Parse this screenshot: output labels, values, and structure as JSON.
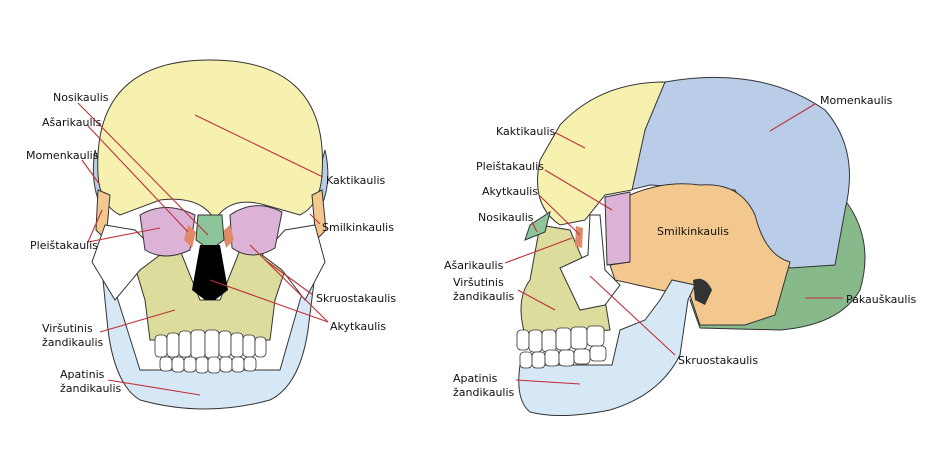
{
  "colors": {
    "frontal": "#f7f1b0",
    "parietal": "#b9cce8",
    "temporal": "#f3c88f",
    "occipital": "#88b98a",
    "sphenoid": "#dcb2d6",
    "maxilla": "#dcdc9c",
    "mandible": "#d6e7f6",
    "nasal": "#8cc59a",
    "lacrimal": "#e08a6a",
    "leader": "#c0303a"
  },
  "front_view": {
    "labels": {
      "nasal": "Nosikaulis",
      "lacrimal": "Ašarikaulis",
      "parietal": "Momenkaulis",
      "sphenoid": "Pleištakaulis",
      "maxilla_line1": "Viršutinis",
      "maxilla_line2": "žandikaulis",
      "mandible_line1": "Apatinis",
      "mandible_line2": "žandikaulis",
      "frontal": "Kaktikaulis",
      "temporal": "Smilkinkaulis",
      "zygomatic": "Skruostakaulis",
      "ethmoid": "Akytkaulis"
    }
  },
  "side_view": {
    "labels": {
      "frontal": "Kaktikaulis",
      "sphenoid": "Pleištakaulis",
      "ethmoid": "Akytkaulis",
      "nasal": "Nosikaulis",
      "lacrimal": "Ašarikaulis",
      "maxilla_line1": "Viršutinis",
      "maxilla_line2": "žandikaulis",
      "mandible_line1": "Apatinis",
      "mandible_line2": "žandikaulis",
      "parietal": "Momenkaulis",
      "temporal": "Smilkinkaulis",
      "occipital": "Pakauškaulis",
      "zygomatic": "Skruostakaulis"
    }
  }
}
